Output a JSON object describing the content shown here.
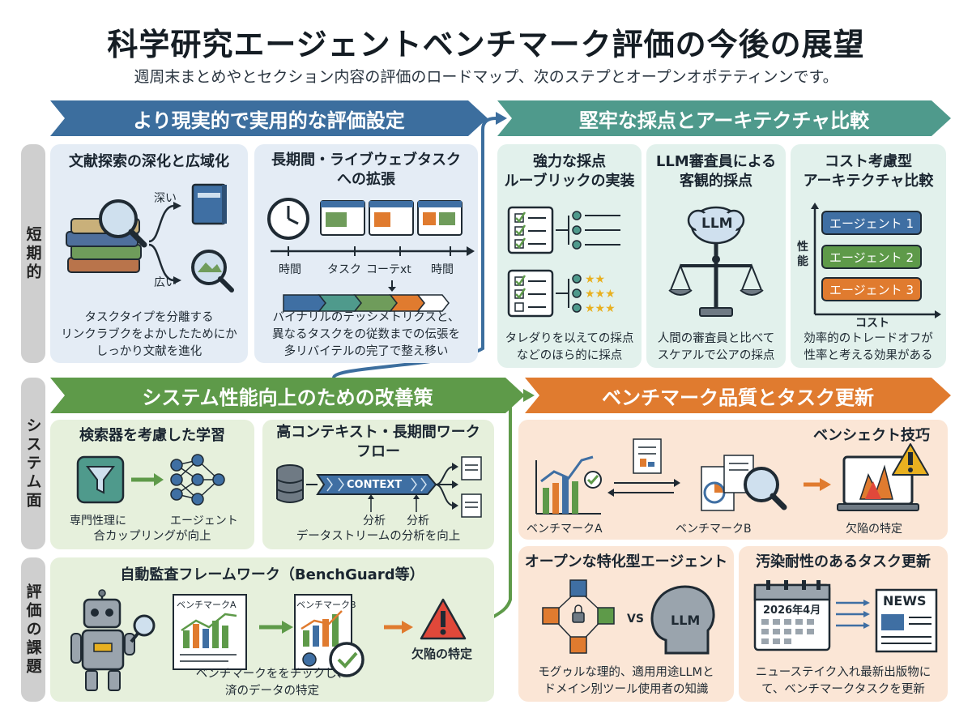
{
  "header": {
    "title": "科学研究エージェントベンチマーク評価の今後の展望",
    "subtitle": "週周末まとめやとセクション内容の評価のロードマップ、次のステプとオープンオポテティンンです。"
  },
  "row_labels": {
    "short_term": "短期的",
    "system": "システム面",
    "challenges": "評価の課題"
  },
  "banners": {
    "realistic": "より現実的で実用的な評価設定",
    "scoring": "堅牢な採点とアーキテクチャ比較",
    "system": "システム性能向上のための改善策",
    "benchmark": "ベンチマーク品質とタスク更新"
  },
  "cards": {
    "literature": {
      "title": "文献探索の深化と広域化",
      "deep": "深い",
      "wide": "広い",
      "desc": "タスクタイプを分離する\nリンクラブクをよかしたためにか\nしっかり文献を進化"
    },
    "longterm": {
      "title": "長期間・ライブウェブタスク\nへの拡張",
      "tick1": "時間",
      "tick2": "タスク",
      "tick3": "コーテxt",
      "tick4": "時間",
      "desc": "バイナリルのテッシメトリクスと、\n異なるタスクをの従数までの伝張を\n多リバイテルの完了で整え移い"
    },
    "rubric": {
      "title": "強力な採点\nルーブリックの実装",
      "desc": "タレダりを以えての採点\nなどのほら的に採点"
    },
    "llm_judge": {
      "title": "LLM審査員による\n客観的採点",
      "cloud": "LLM",
      "desc": "人間の審査員と比べて\nスケアルで公アの採点"
    },
    "cost": {
      "title": "コスト考慮型\nアーキテクチャ比較",
      "y_label": "性能",
      "x_label": "コスト",
      "agents": [
        "エージェント 1",
        "エージェント 2",
        "エージェント 3"
      ],
      "desc": "効率的のトレードオフが\n性率と考える効果がある"
    },
    "retriever": {
      "title": "検索器を考慮した学習",
      "left_label": "専門性理に",
      "right_label": "エージェント",
      "desc": "合カップリングが向上"
    },
    "context": {
      "title": "高コンテキスト・長期間ワーク\nフロー",
      "bar": "CONTEXT",
      "a1": "分析",
      "a2": "分析",
      "desc": "データストリームの分析を向上"
    },
    "benchguard": {
      "title": "自動監査フレームワーク（BenchGuard等）",
      "docA": "ベンチマークA",
      "docB": "ベンチマークB",
      "result": "欠陥の特定",
      "desc": "ベンチマークををチックし、\n済のデータの特定"
    },
    "bench_quality": {
      "title": "ベンシェクト技巧",
      "a": "ベンチマークA",
      "b": "ベンチマークB",
      "result": "欠陥の特定"
    },
    "open_agent": {
      "title": "オープンな特化型エージェント",
      "vs": "VS",
      "llm": "LLM",
      "desc": "モグゥルな理的、適用用途LLMと\nドメイン別ツール使用者の知識"
    },
    "contamination": {
      "title": "汚染耐性のあるタスク更新",
      "calendar": "2026年4月",
      "news": "NEWS",
      "desc": "ニューステイク入れ最新出版物に\nて、ベンチマークタスクを更新"
    }
  },
  "colors": {
    "blue": "#3c6e9e",
    "teal": "#4f9a8c",
    "green": "#5e9a49",
    "orange": "#e07b2f",
    "agent1": "#3f6fa3",
    "agent2": "#5e9a49",
    "agent3": "#e07b2f",
    "alert": "#e0483a"
  }
}
